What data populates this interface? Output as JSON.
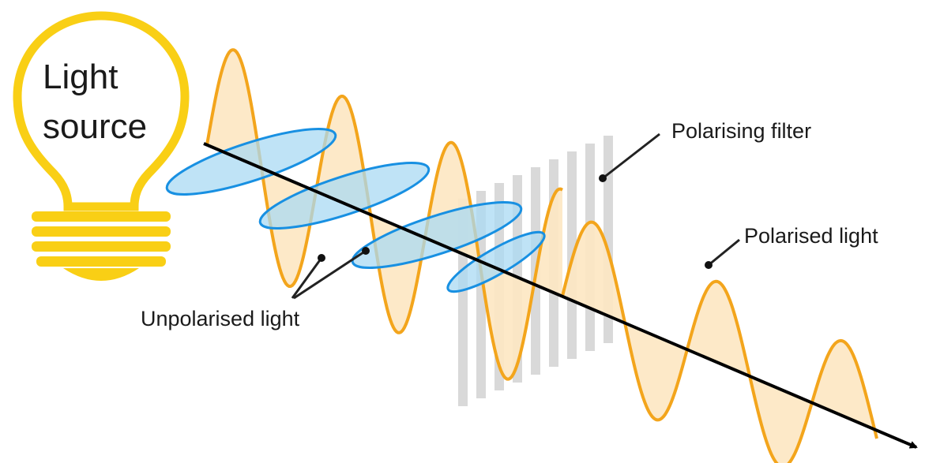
{
  "labels": {
    "source_line1": "Light",
    "source_line2": "source",
    "filter": "Polarising filter",
    "polarised": "Polarised light",
    "unpolarised": "Unpolarised light"
  },
  "colors": {
    "bulb": "#f9cf15",
    "wave_stroke": "#f3a51c",
    "wave_fill": "#fde7c2",
    "blue_stroke": "#1890e2",
    "blue_fill": "#a9d9f3",
    "filter_slat": "#d2d2d2",
    "axis": "#000000"
  }
}
